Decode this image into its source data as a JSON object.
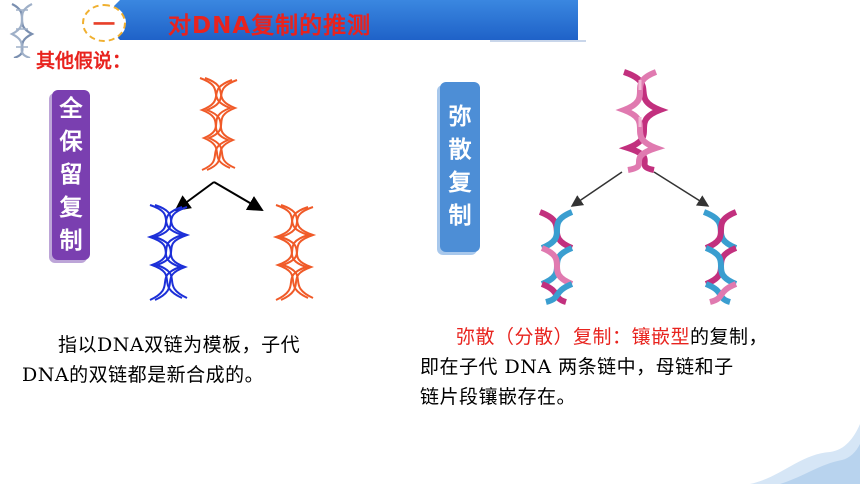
{
  "header": {
    "number": "一",
    "title": "对DNA复制的推测"
  },
  "subtitle": "其他假说：",
  "left_panel": {
    "label_chars": [
      "全",
      "保",
      "留",
      "复",
      "制"
    ],
    "desc_line1": "指以DNA双链为模板，子代",
    "desc_line2": "DNA的双链都是新合成的。"
  },
  "right_panel": {
    "label_chars": [
      "弥",
      "散",
      "复",
      "制"
    ],
    "desc_red1": "弥散（分散）复制：",
    "desc_red2": "镶嵌型",
    "desc_rest1": "的复制，",
    "desc_line2": "即在子代 DNA 两条链中，母链和子",
    "desc_line3": "链片段镶嵌存在。"
  },
  "colors": {
    "banner": "#1f62c8",
    "title_red": "#e8231e",
    "purple_label": "#7a3fb0",
    "blue_label": "#4d8ed6",
    "strand_orange": "#f05a28",
    "strand_blue": "#1c2fd8",
    "strand_magenta": "#c2307e",
    "strand_cyan": "#3a9ed0"
  },
  "icons": [
    "dna-corner-icon",
    "arrow-icon"
  ]
}
